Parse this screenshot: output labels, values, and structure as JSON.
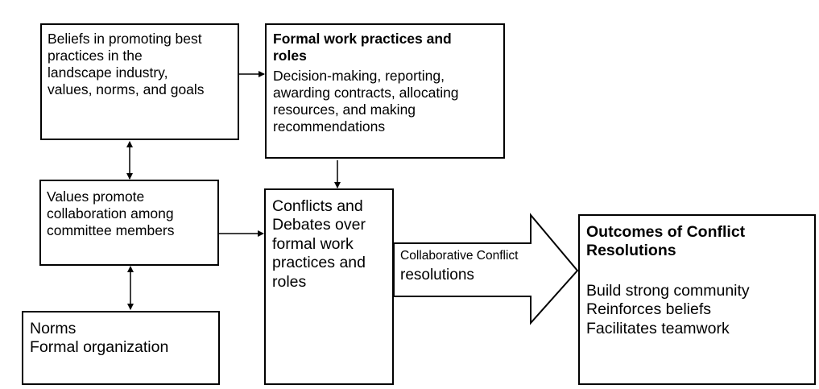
{
  "boxes": {
    "beliefs": {
      "text": "Beliefs in promoting best\npractices in the\nlandscape industry,\nvalues, norms, and goals"
    },
    "formal_practices": {
      "title": "Formal work practices and\nroles",
      "body": "Decision-making, reporting,\nawarding contracts, allocating\nresources, and making\nrecommendations"
    },
    "values": {
      "text": "Values promote\ncollaboration among\ncommittee members"
    },
    "norms": {
      "text": "Norms\nFormal organization"
    },
    "conflicts": {
      "text": "Conflicts and\nDebates over\nformal work\npractices and\nroles"
    },
    "arrow_label": {
      "line1": "Collaborative Conflict",
      "line2": "resolutions"
    },
    "outcomes": {
      "title": "Outcomes of Conflict\nResolutions",
      "body": "Build strong community\nReinforces beliefs\nFacilitates teamwork"
    }
  }
}
